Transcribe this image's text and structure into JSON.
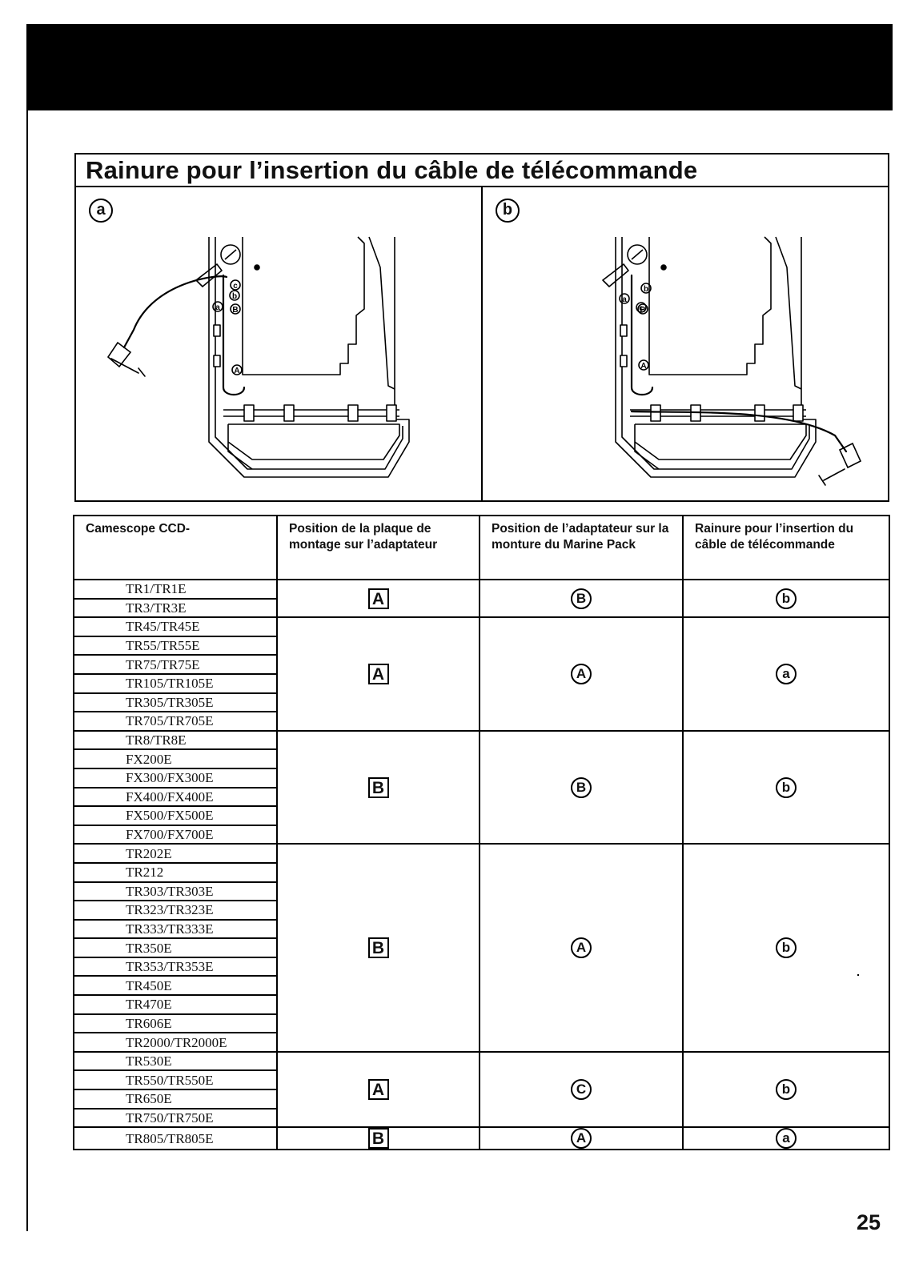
{
  "section_title": "Rainure pour l’insertion du câble de télécommande",
  "panels": [
    {
      "label": "a",
      "callouts": [
        "a",
        "b",
        "c",
        "A",
        "B"
      ],
      "cable_exit": "left"
    },
    {
      "label": "b",
      "callouts": [
        "a",
        "b",
        "c",
        "A",
        "B"
      ],
      "cable_exit": "right"
    }
  ],
  "table": {
    "headers": [
      "Camescope CCD-",
      "Position de la plaque de montage sur l’adaptateur",
      "Position de l’adaptateur sur la monture du Marine Pack",
      "Rainure pour l’insertion du câble de télécommande"
    ],
    "groups": [
      {
        "models": [
          "TR1/TR1E",
          "TR3/TR3E"
        ],
        "plate": "A",
        "adapter": "B",
        "groove": "b"
      },
      {
        "models": [
          "TR45/TR45E",
          "TR55/TR55E",
          "TR75/TR75E",
          "TR105/TR105E",
          "TR305/TR305E",
          "TR705/TR705E"
        ],
        "plate": "A",
        "adapter": "A",
        "groove": "a"
      },
      {
        "models": [
          "TR8/TR8E",
          "FX200E",
          "FX300/FX300E",
          "FX400/FX400E",
          "FX500/FX500E",
          "FX700/FX700E"
        ],
        "plate": "B",
        "adapter": "B",
        "groove": "b"
      },
      {
        "models": [
          "TR202E",
          "TR212",
          "TR303/TR303E",
          "TR323/TR323E",
          "TR333/TR333E",
          "TR350E",
          "TR353/TR353E",
          "TR450E",
          "TR470E",
          "TR606E",
          "TR2000/TR2000E"
        ],
        "plate": "B",
        "adapter": "A",
        "groove": "b"
      },
      {
        "models": [
          "TR530E",
          "TR550/TR550E",
          "TR650E",
          "TR750/TR750E"
        ],
        "plate": "A",
        "adapter": "C",
        "groove": "b"
      },
      {
        "models": [
          "TR805/TR805E"
        ],
        "plate": "B",
        "adapter": "A",
        "groove": "a"
      }
    ]
  },
  "page_number": "25"
}
